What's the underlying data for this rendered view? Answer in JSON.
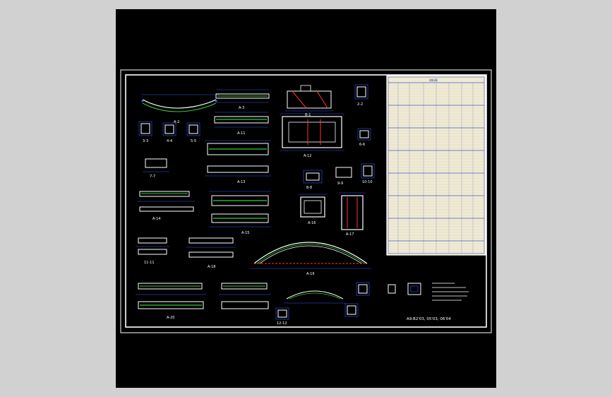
{
  "drawing": {
    "sheet_title": "A9-B2'03, 05'03, 06'04",
    "table_heading": "材料表",
    "colors": {
      "background": "#000000",
      "viewport_frame": "#d1d1d1",
      "border": "#ffffff",
      "dimension": "#3355ff",
      "rebar": "#ffffff",
      "section": "#ff3333",
      "rebar_fill": "#33cc33",
      "table_bg": "#f1ead3"
    },
    "views": [
      {
        "id": "v1",
        "label": "A-2"
      },
      {
        "id": "v2",
        "label": "A-3"
      },
      {
        "id": "v3",
        "label": "B-1"
      },
      {
        "id": "v4",
        "label": "A-11"
      },
      {
        "id": "v5",
        "label": "A-12"
      },
      {
        "id": "v6",
        "label": "A-13"
      },
      {
        "id": "v7",
        "label": "A-14"
      },
      {
        "id": "v8",
        "label": "A-15"
      },
      {
        "id": "v9",
        "label": "A-16"
      },
      {
        "id": "v10",
        "label": "A-17"
      },
      {
        "id": "v11",
        "label": "A-18"
      },
      {
        "id": "v12",
        "label": "A-19"
      },
      {
        "id": "v13",
        "label": "A-20"
      }
    ],
    "sections": [
      {
        "label": "2-2"
      },
      {
        "label": "3-3"
      },
      {
        "label": "4-4"
      },
      {
        "label": "5-5"
      },
      {
        "label": "6-6"
      },
      {
        "label": "7-7"
      },
      {
        "label": "8-8"
      },
      {
        "label": "9-9"
      },
      {
        "label": "10-10"
      },
      {
        "label": "11-11"
      },
      {
        "label": "12-12"
      }
    ]
  }
}
